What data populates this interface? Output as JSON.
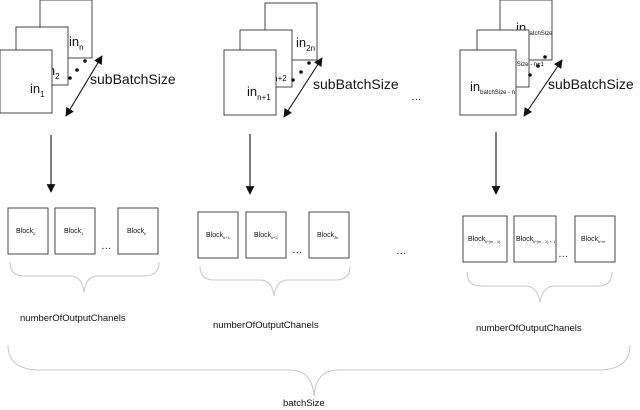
{
  "columns": [
    {
      "inputs": {
        "top": {
          "base": "in",
          "sub": "n"
        },
        "middle": {
          "base": "in",
          "sub": "2"
        },
        "front": {
          "base": "in",
          "sub": "1"
        }
      },
      "subbatch_label": "subBatchSize",
      "blocks": [
        {
          "base": "Block",
          "sub": "0"
        },
        {
          "base": "Block",
          "sub": "1"
        },
        {
          "base": "Block",
          "sub": "k"
        }
      ],
      "ellipsis": "…",
      "brace_label": "numberOfOutputChanels"
    },
    {
      "inputs": {
        "top": {
          "base": "in",
          "sub": "2n"
        },
        "middle": {
          "base": "in",
          "sub": "n+2"
        },
        "front": {
          "base": "in",
          "sub": "n+1"
        }
      },
      "subbatch_label": "subBatchSize",
      "blocks": [
        {
          "base": "Block",
          "sub": "k+1"
        },
        {
          "base": "Block",
          "sub": "k+2"
        },
        {
          "base": "Block",
          "sub": "2k"
        }
      ],
      "ellipsis": "…",
      "brace_label": "numberOfOutputChanels"
    },
    {
      "inputs": {
        "top": {
          "base": "in",
          "sub": "batchSize"
        },
        "middle": {
          "base": "in",
          "sub": "batchSize - n+1"
        },
        "front": {
          "base": "in",
          "sub": "batchSize - n"
        }
      },
      "subbatch_label": "subBatchSize",
      "blocks": [
        {
          "base": "Block",
          "sub": "k*(m - 1)"
        },
        {
          "base": "Block",
          "sub": "k*(m - 1) + 1"
        },
        {
          "base": "Block",
          "sub": "k*m"
        }
      ],
      "ellipsis": "…",
      "brace_label": "numberOfOutputChanels"
    }
  ],
  "gap_ellipsis_top": "…",
  "gap_ellipsis_mid": "…",
  "bottom_label": "batchSize"
}
